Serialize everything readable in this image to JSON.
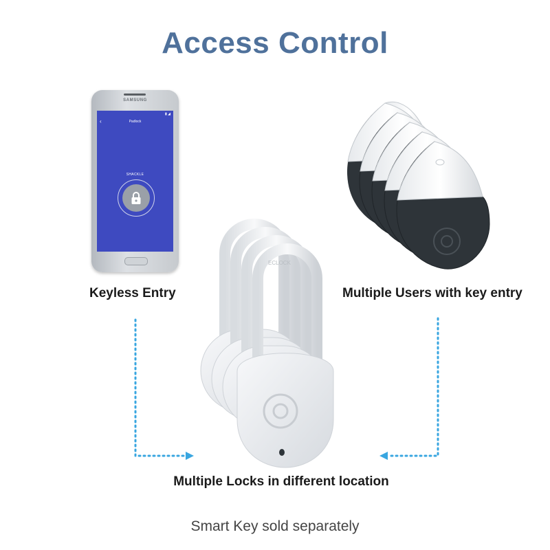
{
  "title": "Access Control",
  "labels": {
    "keyless": "Keyless Entry",
    "users": "Multiple Users with key entry",
    "locks": "Multiple Locks in different location"
  },
  "footer": "Smart Key sold separately",
  "phone": {
    "brand": "SAMSUNG",
    "app_title": "Padlock",
    "shackle_label": "SHACKLE",
    "status_icons": "▮ ◢"
  },
  "lock_brand": "ECLOCK",
  "icons": {
    "lock": "lock-icon",
    "back": "back-arrow-icon",
    "arrow_left": "arrow-right-icon",
    "arrow_right": "arrow-left-icon"
  },
  "colors": {
    "title": "#4f719b",
    "arrow": "#39a6e0",
    "phone_screen": "#3e4ac0",
    "fob_dark": "#2e3439"
  }
}
